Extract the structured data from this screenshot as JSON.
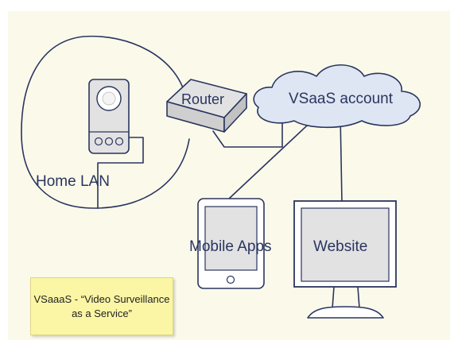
{
  "labels": {
    "router": "Router",
    "vsaas_account": "VSaaS account",
    "home_lan": "Home LAN",
    "mobile_apps": "Mobile Apps",
    "website": "Website"
  },
  "note": {
    "line1": "VSaaaS - “Video Surveillance",
    "line2": "as a Service”"
  },
  "colors": {
    "background": "#fbfaea",
    "ink": "#2a3560",
    "cloud": "#dde6f2",
    "device_fill": "#e2e2e2",
    "note": "#fbf6a5"
  }
}
